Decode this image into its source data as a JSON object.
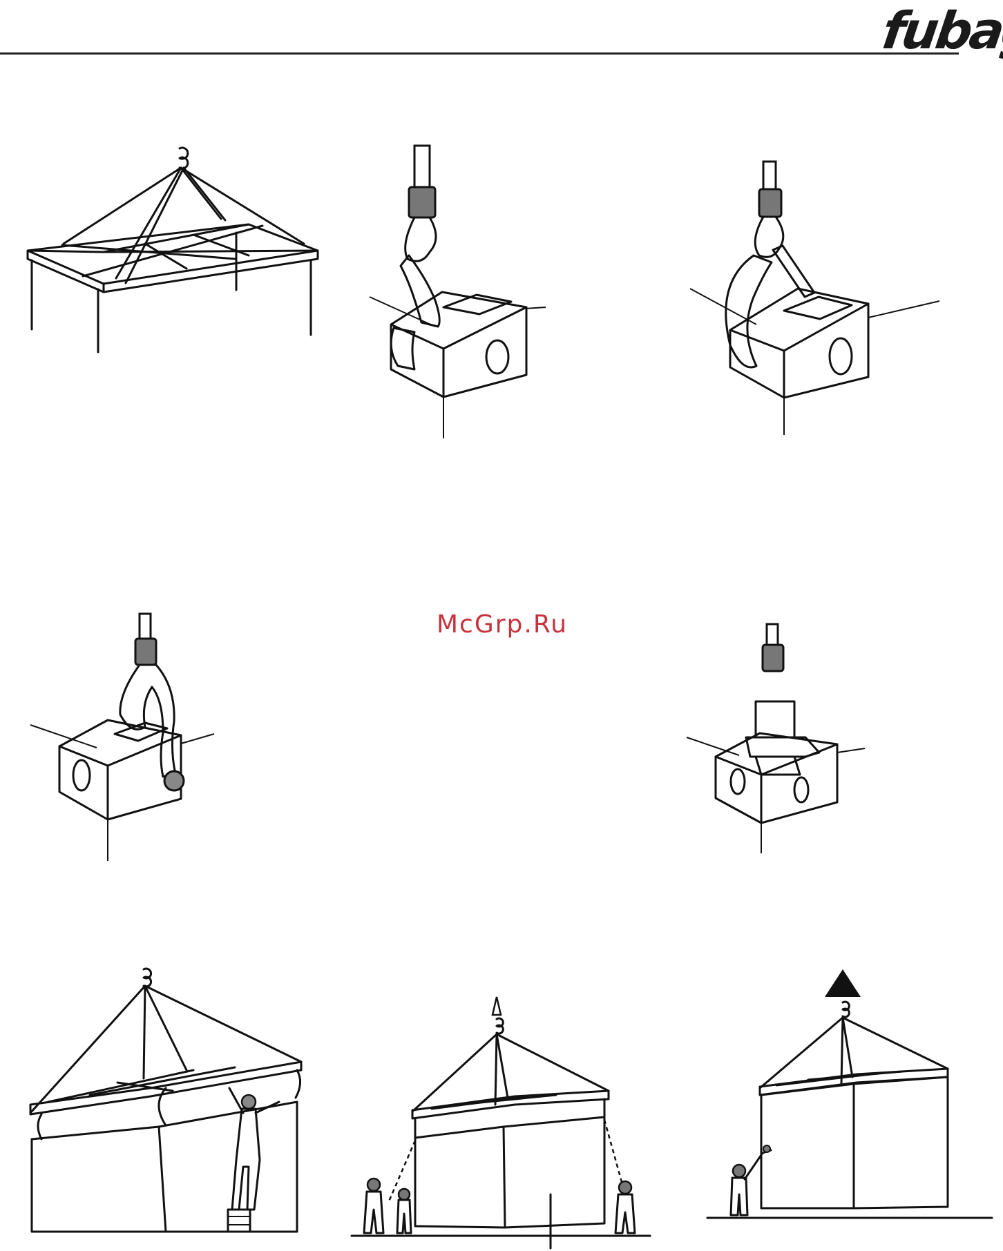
{
  "header": {
    "logo_text": "fubag"
  },
  "watermark": {
    "text": "McGrp.Ru"
  },
  "colors": {
    "line": "#111111",
    "dark_fitting": "#666666",
    "light_fitting": "#e6e6e6",
    "container_dark": "#6e6e6e",
    "container_light": "#e4e4e4",
    "watermark": "#c8323c"
  },
  "figures": [
    {
      "id": "spreader-frame-slings"
    },
    {
      "id": "hook-in-dark-corner-casting"
    },
    {
      "id": "safety-hook-in-light-corner-casting"
    },
    {
      "id": "shackle-in-corner-casting"
    },
    {
      "id": "twistlock-in-dark-corner-casting"
    },
    {
      "id": "spreader-attach-with-worker-on-ladder"
    },
    {
      "id": "lift-with-guide-ropes"
    },
    {
      "id": "lift-with-signal"
    }
  ]
}
